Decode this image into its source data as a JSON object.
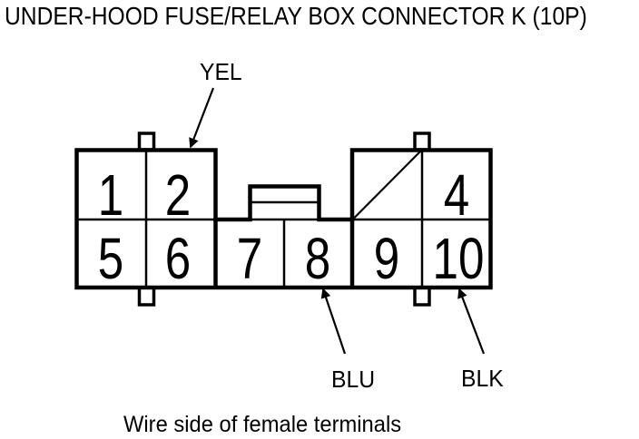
{
  "title": "UNDER-HOOD FUSE/RELAY BOX CONNECTOR K (10P)",
  "connector": {
    "name": "Connector K (10P)",
    "terminals": [
      "1",
      "2",
      "4",
      "5",
      "6",
      "7",
      "8",
      "9",
      "10"
    ],
    "blocked_cavity_icon": "diagonal-slash"
  },
  "wire_labels": {
    "yel": "YEL",
    "blu": "BLU",
    "blk": "BLK"
  },
  "caption": "Wire side of female terminals",
  "colors": {
    "line": "#000000",
    "background": "#ffffff"
  }
}
